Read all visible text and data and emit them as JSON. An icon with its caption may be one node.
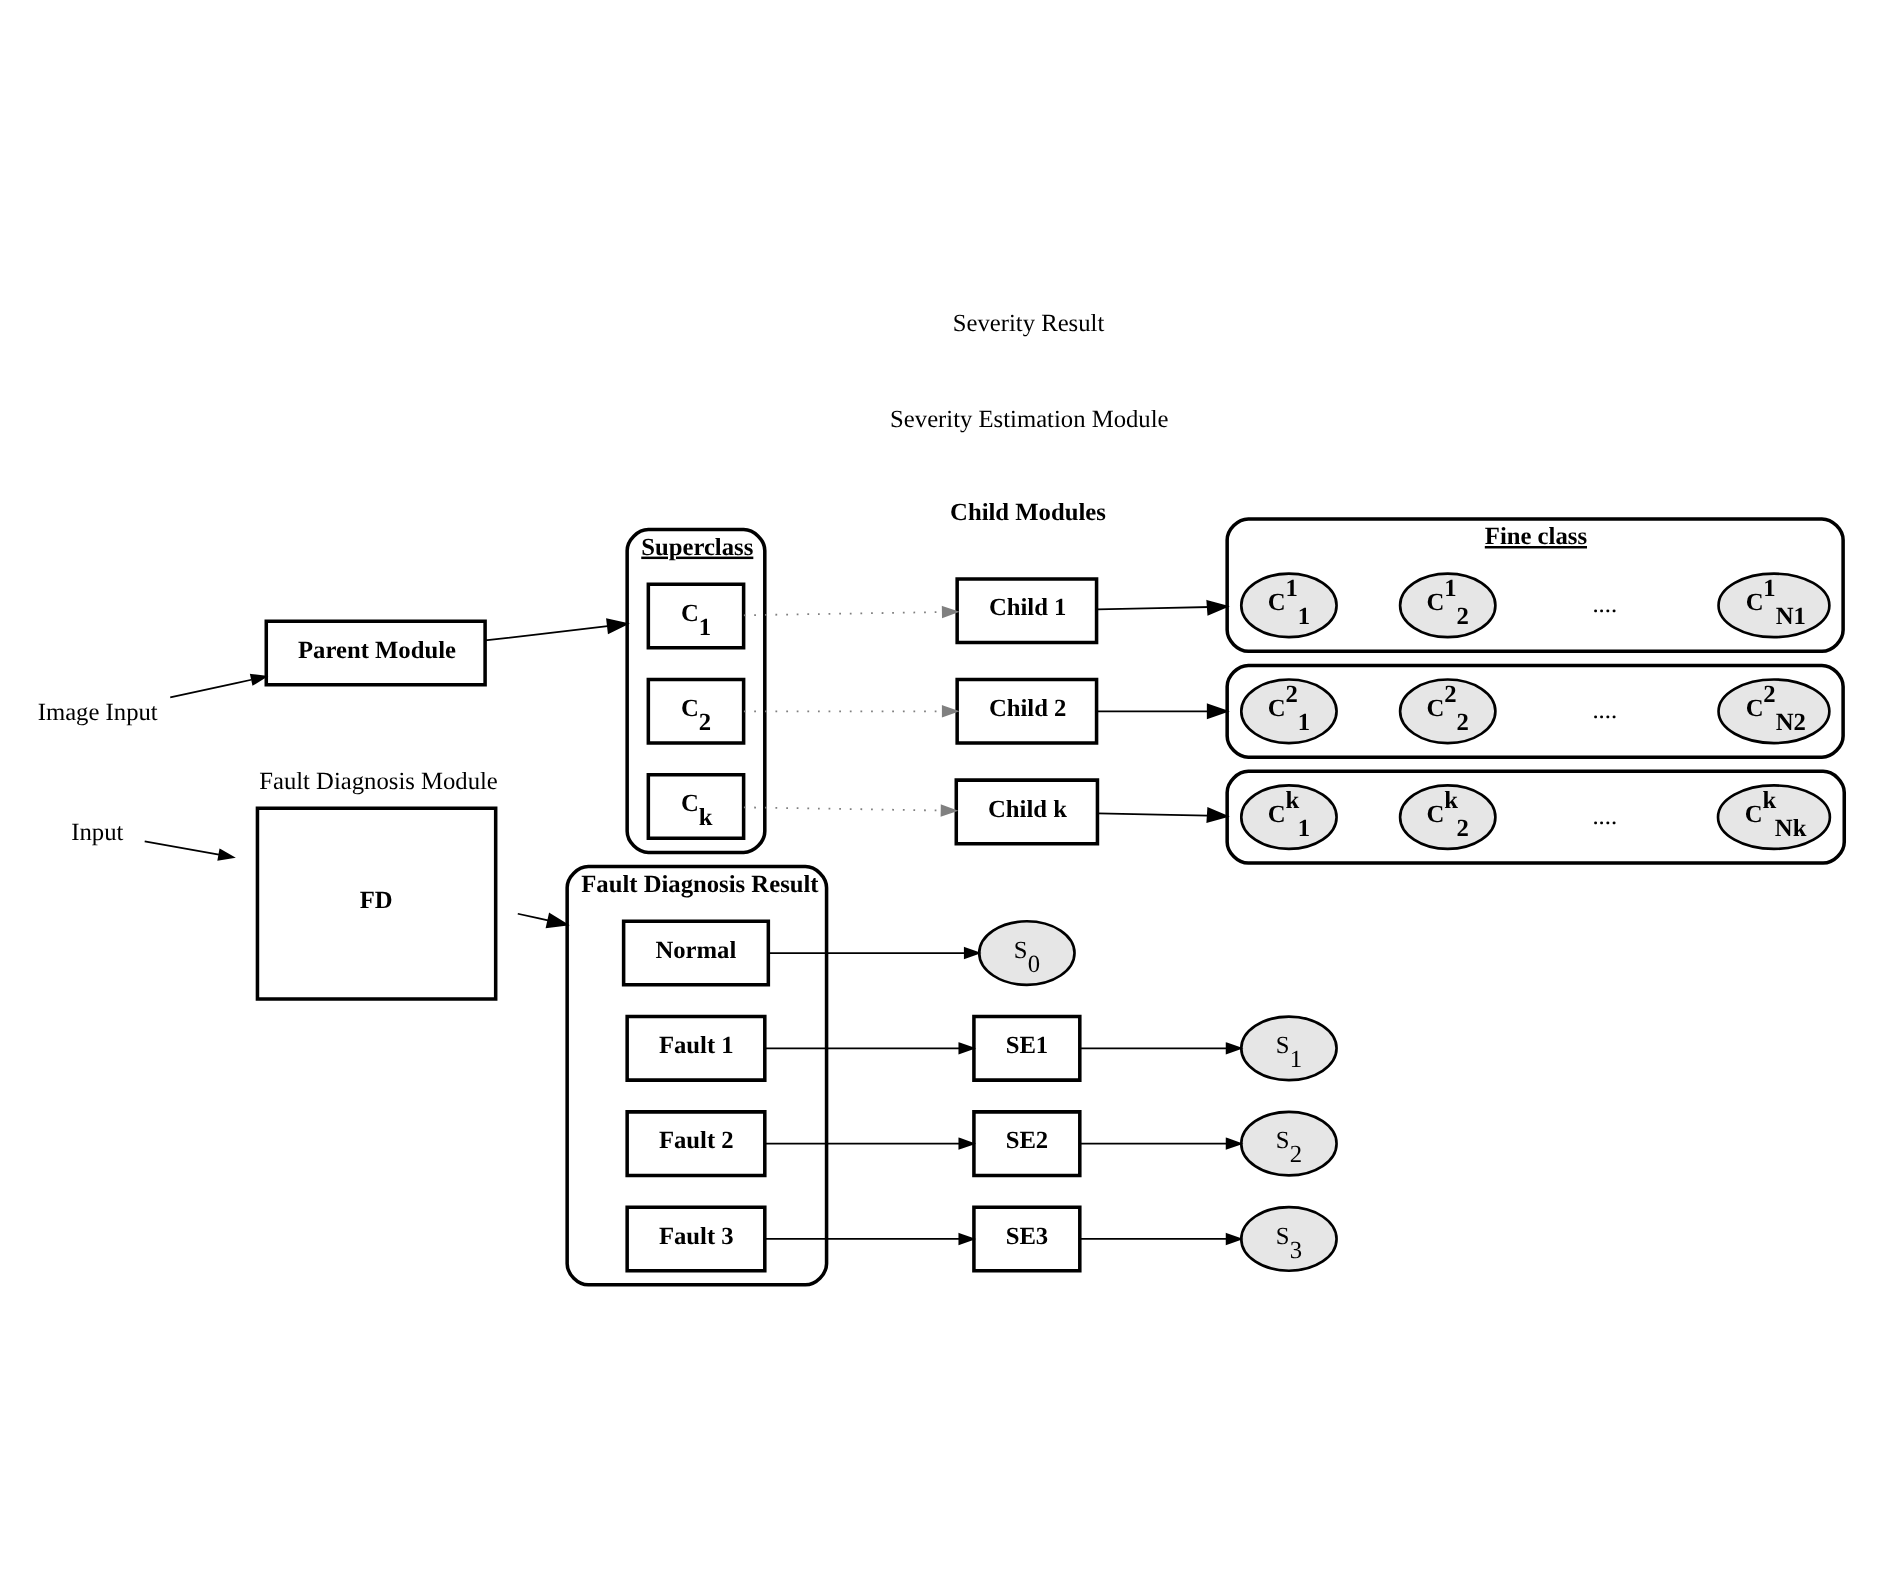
{
  "diagram": {
    "nodes": [
      {
        "text": [
          "Image Input"
        ]
      },
      {
        "text": [
          "Parent Module"
        ]
      },
      {
        "text": [
          "Superclass"
        ]
      },
      {
        "text": [
          "C$_{1}$"
        ],
        "in": 2
      },
      {
        "text": [
          "C$_{2}$"
        ],
        "in": 2
      },
      {
        "text": [
          "C$_{k}$"
        ],
        "in": 2
      },
      {
        "text": [
          "Child 1"
        ]
      },
      {
        "text": [
          "Child 2"
        ]
      },
      {
        "text": [
          "Child k"
        ]
      },
      {
        "text": [
          "Fine class"
        ]
      },
      {
        "text": [
          "C$^{1}$$_{1}$"
        ],
        "in": 9
      },
      {
        "text": [
          "C$^{1}$$_{2}$"
        ],
        "in": 9
      },
      {
        "text": [
          "C$^{1}$$_{N1}$"
        ],
        "in": 9
      },
      {
        "text": [],
        "shape": "box"
      },
      {
        "text": [
          "C$^{2}$$_{1}$"
        ],
        "in": 13
      },
      {
        "text": [
          "C$^{2}$$_{2}$"
        ],
        "in": 13
      },
      {
        "text": [
          "C$^{2}$$_{N2}$"
        ],
        "in": 13
      },
      {
        "text": [],
        "shape": "box"
      },
      {
        "text": [
          "C$^{k}$$_{1}$"
        ],
        "in": 17
      },
      {
        "text": [
          "C$^{k}$$_{2}$"
        ],
        "in": 17
      },
      {
        "text": [
          "C$^{k}$$_{Nk}$"
        ],
        "in": 17
      },
      {
        "text": [
          "Input"
        ]
      },
      {
        "text": [
          "Fault Diagnosis Module",
          "FD"
        ]
      },
      {
        "text": [
          "Fault Diagnosis Result"
        ]
      },
      {
        "text": [
          "Normal"
        ],
        "in": 23
      },
      {
        "text": [
          "Fault 1"
        ],
        "in": 23
      },
      {
        "text": [
          "Fault 2"
        ],
        "in": 23
      },
      {
        "text": [
          "Fault 3"
        ],
        "in": 23
      },
      {
        "text": [
          "SE1"
        ]
      },
      {
        "text": [
          "SE2"
        ]
      },
      {
        "text": [
          "SE3"
        ]
      },
      {
        "text": [
          "S$_{0}$"
        ]
      },
      {
        "text": [
          "S$_{1}$"
        ]
      },
      {
        "text": [
          "S$_{2}$"
        ]
      },
      {
        "text": [
          "S$_{3}$"
        ]
      }
    ],
    "edges": [
      {
        "from": 0,
        "to": 1,
        "arrow": "to"
      },
      {
        "from": 1,
        "to": 2,
        "arrow": "to"
      },
      {
        "from": 3,
        "to": 6,
        "arrow": "to",
        "style": "dashed",
        "color": "#808080"
      },
      {
        "from": 4,
        "to": 7,
        "arrow": "to",
        "style": "dashed",
        "color": "#808080"
      },
      {
        "from": 5,
        "to": 8,
        "arrow": "to",
        "style": "dashed",
        "color": "#808080"
      },
      {
        "from": 6,
        "to": 9,
        "arrow": "to"
      },
      {
        "from": 7,
        "to": 13,
        "arrow": "to"
      },
      {
        "from": 8,
        "to": 17,
        "arrow": "to"
      },
      {
        "from": 21,
        "to": 22,
        "arrow": "to"
      },
      {
        "from": 22,
        "to": 23,
        "arrow": "to"
      },
      {
        "from": 24,
        "to": 31,
        "arrow": "to"
      },
      {
        "from": 25,
        "to": 28,
        "arrow": "to"
      },
      {
        "from": 26,
        "to": 29,
        "arrow": "to"
      },
      {
        "from": 27,
        "to": 30,
        "arrow": "to"
      },
      {
        "from": 28,
        "to": 32,
        "arrow": "to"
      },
      {
        "from": 29,
        "to": 33,
        "arrow": "to"
      },
      {
        "from": 30,
        "to": 34,
        "arrow": "to"
      }
    ],
    "labels": [
      "Child Modules",
      "....",
      "....",
      "....",
      "Severity Estimation Module",
      "Severity Result"
    ]
  }
}
